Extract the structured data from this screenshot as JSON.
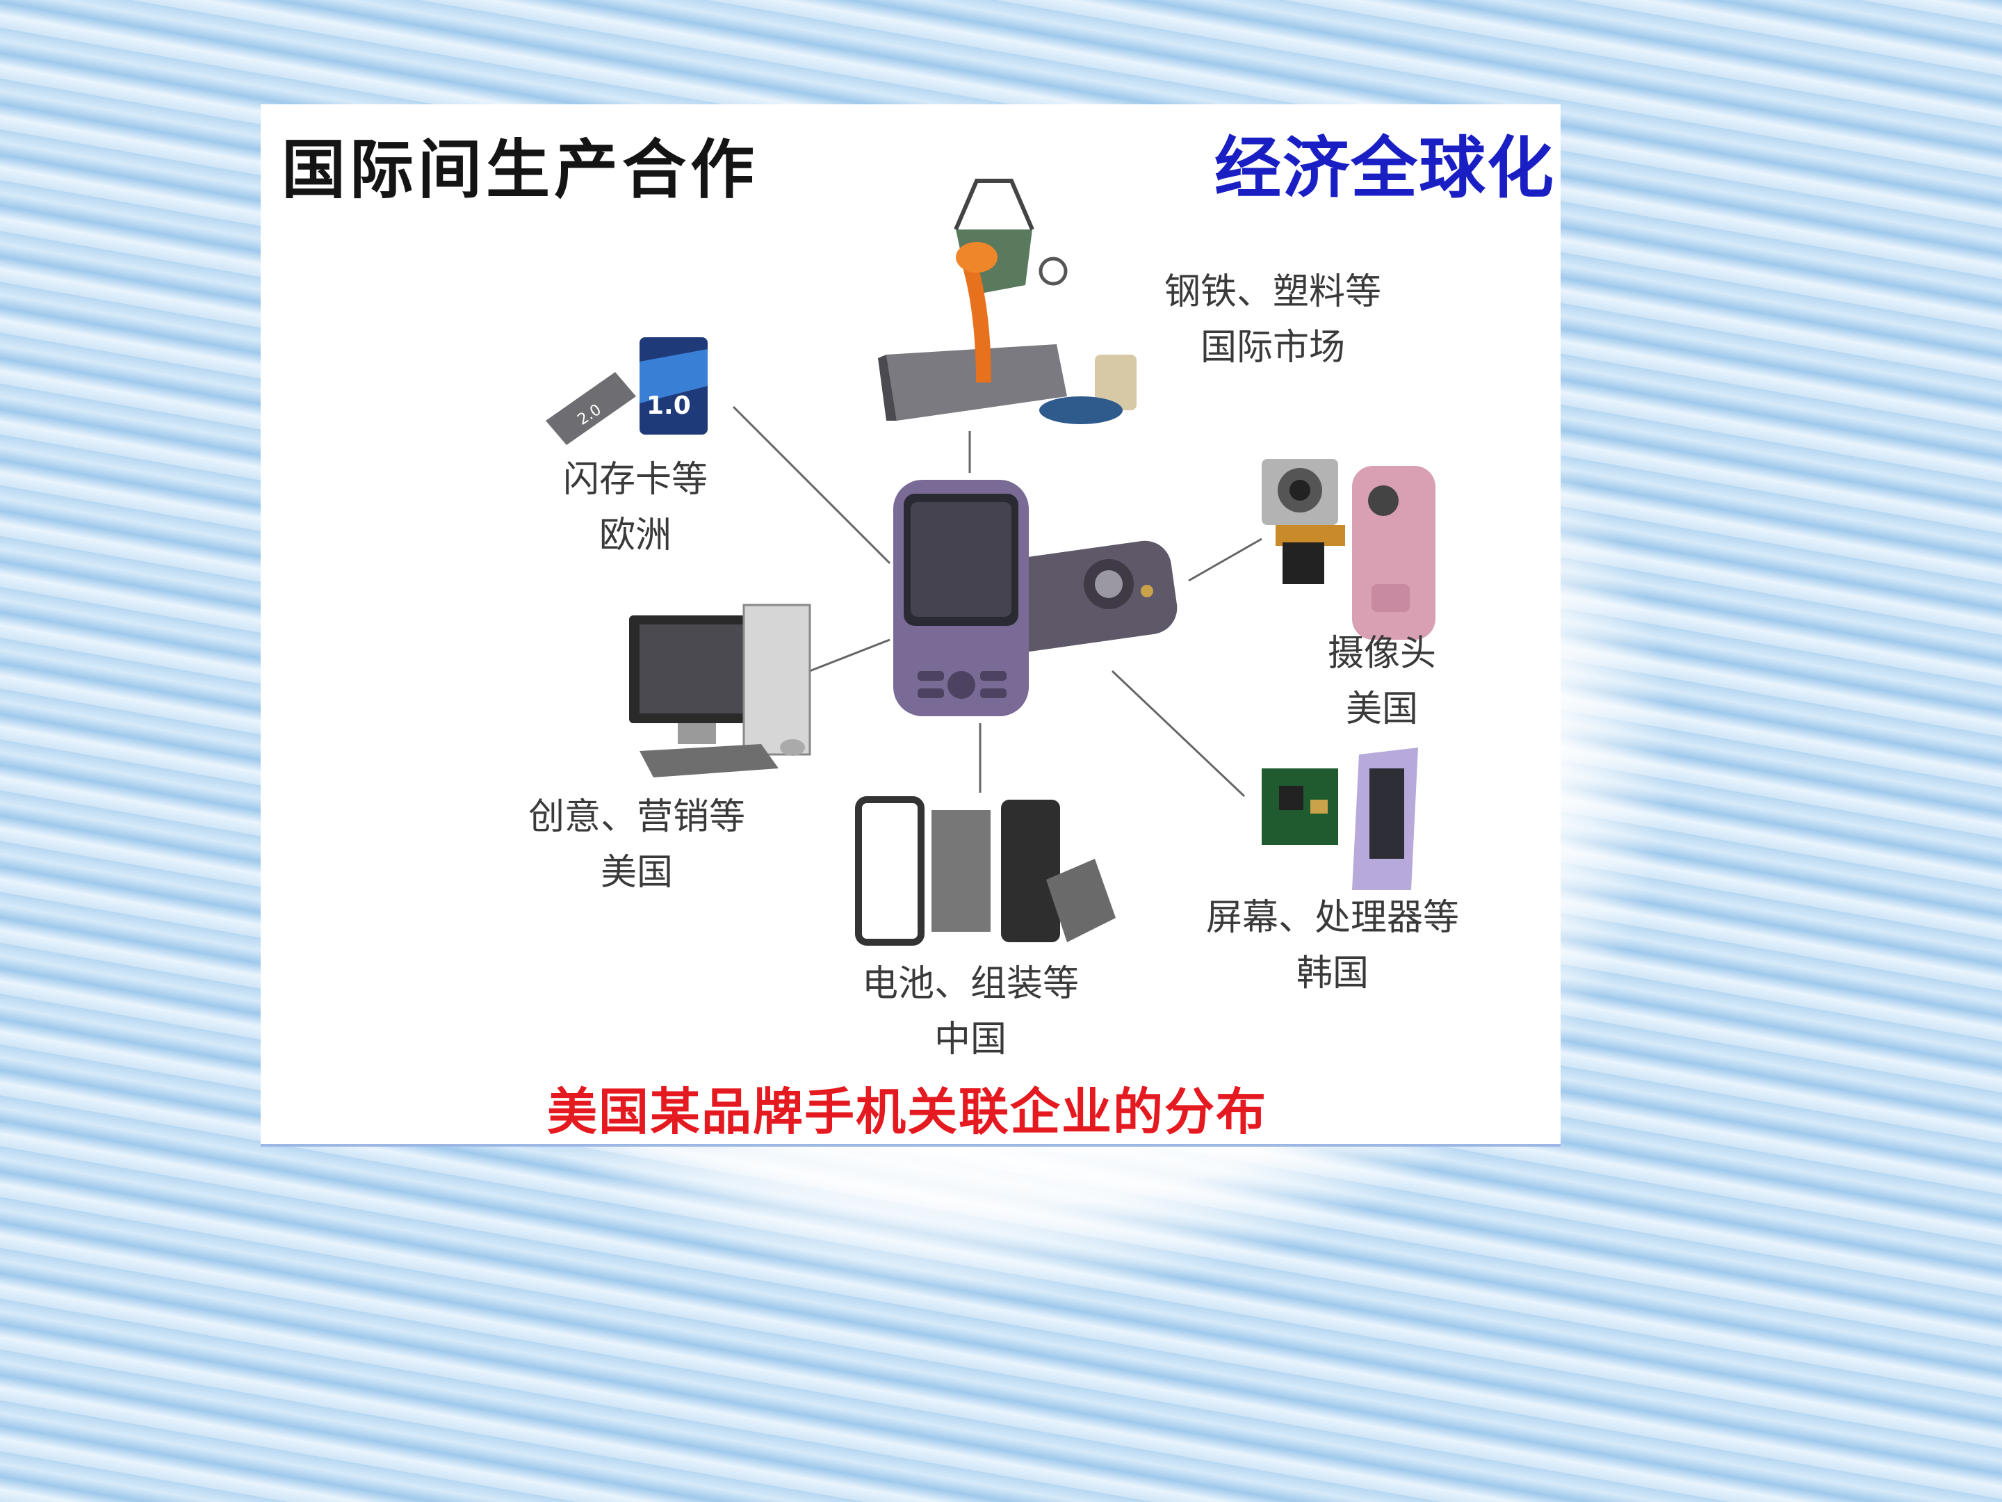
{
  "header": {
    "title_left": "国际间生产合作",
    "title_right": "经济全球化"
  },
  "caption": "美国某品牌手机关联企业的分布",
  "nodes": {
    "steel": {
      "line1": "钢铁、塑料等",
      "line2": "国际市场"
    },
    "flash": {
      "line1": "闪存卡等",
      "line2": "欧洲"
    },
    "camera": {
      "line1": "摄像头",
      "line2": "美国"
    },
    "creative": {
      "line1": "创意、营销等",
      "line2": "美国"
    },
    "screen": {
      "line1": "屏幕、处理器等",
      "line2": "韩国"
    },
    "battery": {
      "line1": "电池、组装等",
      "line2": "中国"
    }
  },
  "sd_card": {
    "large": "1.0",
    "small": "2.0"
  },
  "colors": {
    "title_right": "#1a1fc4",
    "caption": "#e51920",
    "phone": "#7a6a96"
  },
  "icons": [
    "phone-icon",
    "sd-card-icon",
    "ladle-icon",
    "camera-module-icon",
    "computer-icon",
    "phone-parts-icon",
    "circuit-board-icon"
  ]
}
